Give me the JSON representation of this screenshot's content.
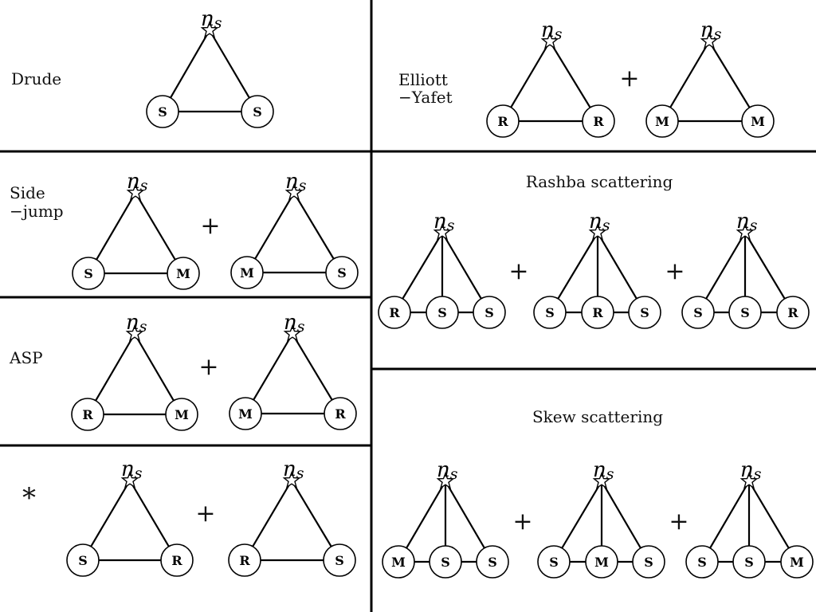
{
  "vertex_label": "n",
  "vertex_label_sub": "s",
  "plus": "+",
  "panels": {
    "drude": {
      "label": [
        "Drude"
      ],
      "diagrams": [
        {
          "nodes": [
            "S",
            "S"
          ]
        }
      ]
    },
    "elliott_yafet": {
      "label": [
        "Elliott",
        "−Yafet"
      ],
      "diagrams": [
        {
          "nodes": [
            "R",
            "R"
          ]
        },
        {
          "nodes": [
            "M",
            "M"
          ]
        }
      ]
    },
    "side_jump": {
      "label": [
        "Side",
        "−jump"
      ],
      "diagrams": [
        {
          "nodes": [
            "S",
            "M"
          ]
        },
        {
          "nodes": [
            "M",
            "S"
          ]
        }
      ]
    },
    "rashba": {
      "title": "Rashba scattering",
      "diagrams": [
        {
          "nodes": [
            "R",
            "S",
            "S"
          ]
        },
        {
          "nodes": [
            "S",
            "R",
            "S"
          ]
        },
        {
          "nodes": [
            "S",
            "S",
            "R"
          ]
        }
      ]
    },
    "asp": {
      "label": [
        "ASP"
      ],
      "diagrams": [
        {
          "nodes": [
            "R",
            "M"
          ]
        },
        {
          "nodes": [
            "M",
            "R"
          ]
        }
      ]
    },
    "star": {
      "label": [
        "*"
      ],
      "diagrams": [
        {
          "nodes": [
            "S",
            "R"
          ]
        },
        {
          "nodes": [
            "R",
            "S"
          ]
        }
      ]
    },
    "skew": {
      "title": "Skew scattering",
      "diagrams": [
        {
          "nodes": [
            "M",
            "S",
            "S"
          ]
        },
        {
          "nodes": [
            "S",
            "M",
            "S"
          ]
        },
        {
          "nodes": [
            "S",
            "S",
            "M"
          ]
        }
      ]
    }
  }
}
